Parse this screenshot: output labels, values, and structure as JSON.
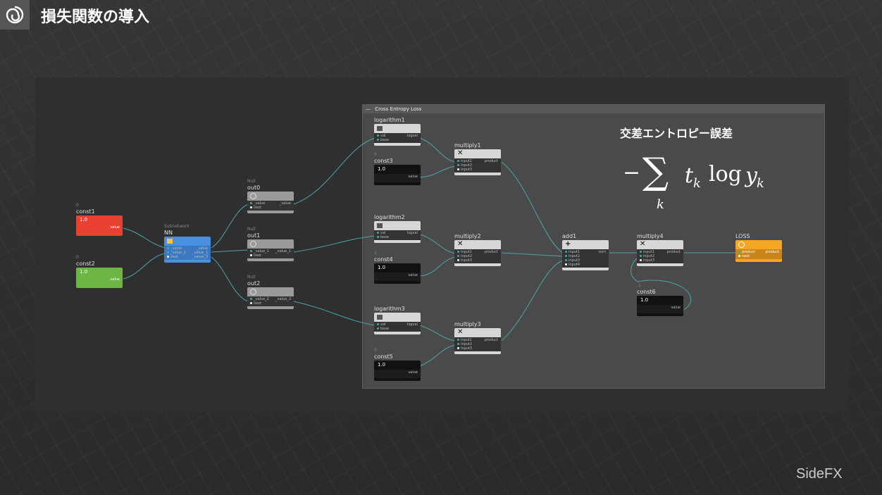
{
  "slide": {
    "title": "損失関数の導入"
  },
  "watermark": {
    "brand": "SideFX"
  },
  "netbox": {
    "title": "Cross Entropy Loss"
  },
  "formula": {
    "heading": "交差エントロピー誤差",
    "minus": "−",
    "sigma": "∑",
    "index": "k",
    "t": "t",
    "sub_k": "k",
    "log": "log",
    "y": "y",
    "sub_k2": "k"
  },
  "nodes": {
    "const1": {
      "sub": "0",
      "name": "const1",
      "value": "1.0",
      "out": "value",
      "color": "#e8412f"
    },
    "const2": {
      "sub": "0",
      "name": "const2",
      "value": "1.0",
      "out": "value",
      "color": "#6db544"
    },
    "nn": {
      "sub": "Subnetwork",
      "name": "NN",
      "in1": "_value",
      "in2": "_value_2",
      "in3": "next",
      "out1": "_value",
      "out2": "_value_2",
      "out3": "_value_3",
      "color": "#4a90e2"
    },
    "out0": {
      "sub": "Null",
      "name": "out0",
      "in1": "_value",
      "in2": "next",
      "out": "_value"
    },
    "out1": {
      "sub": "Null",
      "name": "out1",
      "in1": "_value_1",
      "in2": "next",
      "out": "_value_1"
    },
    "out2": {
      "sub": "Null",
      "name": "out2",
      "in1": "_value_2",
      "in2": "next",
      "out": "_value_2"
    },
    "logarithm1": {
      "name": "logarithm1",
      "in1": "val",
      "in2": "base",
      "out": "logval"
    },
    "logarithm2": {
      "name": "logarithm2",
      "in1": "val",
      "in2": "base",
      "out": "logval"
    },
    "logarithm3": {
      "name": "logarithm3",
      "in1": "val",
      "in2": "base",
      "out": "logval"
    },
    "const3": {
      "sub": "0",
      "name": "const3",
      "value": "1.0",
      "out": "value"
    },
    "const4": {
      "sub": "1",
      "name": "const4",
      "value": "1.0",
      "out": "value"
    },
    "const5": {
      "sub": "0",
      "name": "const5",
      "value": "1.0",
      "out": "value"
    },
    "const6": {
      "sub": "-1",
      "name": "const6",
      "value": "1.0",
      "out": "value"
    },
    "multiply1": {
      "name": "multiply1",
      "sym": "✕",
      "in1": "input1",
      "in2": "input2",
      "in3": "input3",
      "out": "product"
    },
    "multiply2": {
      "name": "multiply2",
      "sym": "✕",
      "in1": "input1",
      "in2": "input2",
      "in3": "input3",
      "out": "product"
    },
    "multiply3": {
      "name": "multiply3",
      "sym": "✕",
      "in1": "input1",
      "in2": "input2",
      "in3": "input3",
      "out": "product"
    },
    "multiply4": {
      "name": "multiply4",
      "sym": "✕",
      "in1": "input1",
      "in2": "input2",
      "in3": "input3",
      "out": "product"
    },
    "add1": {
      "name": "add1",
      "sym": "+",
      "in1": "input1",
      "in2": "input2",
      "in3": "input3",
      "in4": "input4",
      "out": "sum"
    },
    "loss": {
      "name": "LOSS",
      "in1": "product",
      "in2": "next",
      "out": "product",
      "color": "#f5a623"
    }
  }
}
